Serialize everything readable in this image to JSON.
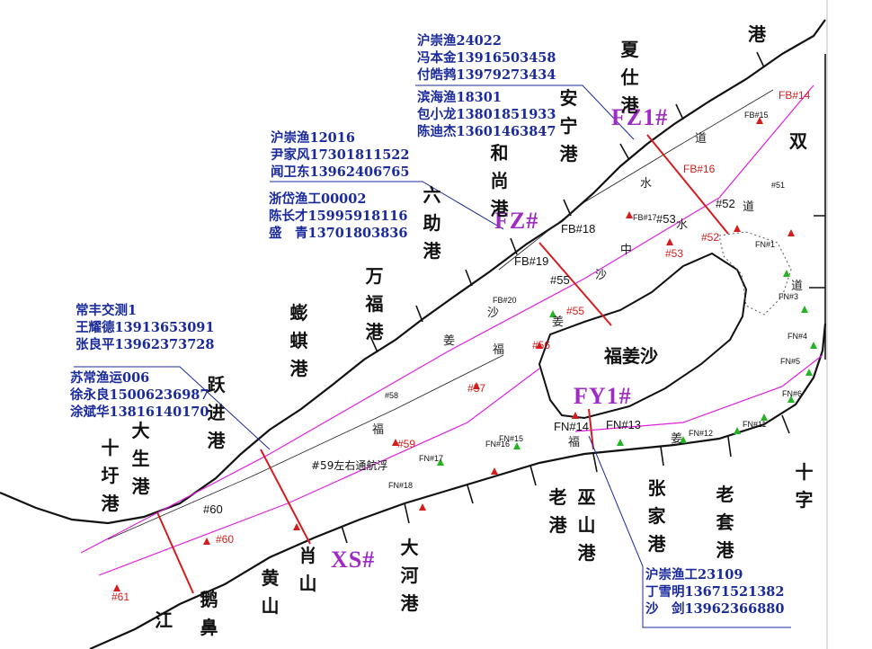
{
  "stations": {
    "fz1": "FZ1#",
    "fz": "FZ#",
    "fy1": "FY1#",
    "xs": "XS#"
  },
  "contacts": {
    "fz1": [
      "沪崇渔24022",
      "冯本金13916503458",
      "付皓鹁13979273434"
    ],
    "fz1b": [
      "滨海渔18301",
      "包小龙13801851933",
      "陈迪杰13601463847"
    ],
    "fz": [
      "沪崇渔12016",
      "尹家风17301811522",
      "闻卫东13962406765"
    ],
    "fzb": [
      "浙岱渔工00002",
      "陈长才15995918116",
      "盛　青13701803836"
    ],
    "xs": [
      "常丰交测1",
      "王耀德13913653091",
      "张良平13962373728"
    ],
    "xsb": [
      "苏常渔运006",
      "徐永良15006236987",
      "涂斌华13816140170"
    ],
    "fy1": [
      "沪崇渔工23109",
      "丁雪明13671521382",
      "沙　剑13962366880"
    ]
  },
  "places": {
    "gang_top": "港",
    "xiashi": "夏仕港",
    "anning": "安宁港",
    "heshang": "和尚港",
    "liuzhu": "六助港",
    "wanfu": "万福港",
    "pengqi": "蟛蜞港",
    "yuejin": "跃进港",
    "shiwei": "十圩港",
    "dasheng": "大生港",
    "shuang": "双",
    "fujiangsha": "福姜沙",
    "lao": "老港",
    "wushan": "巫山港",
    "zhangjia": "张家港",
    "laotao": "老套港",
    "shizi": "十字",
    "xiao": "肖山",
    "huangshan": "黄山",
    "dahe": "大河港",
    "ebi": "鹅鼻",
    "jiang": "江"
  },
  "buoys": {
    "fb14": "FB#14",
    "fb16": "FB#16",
    "fb18": "FB#18",
    "fb19": "FB#19",
    "b52": "#52",
    "b52r": "#52",
    "b53": "#53",
    "b53r": "#53",
    "b55": "#55",
    "b55r": "#55",
    "b56": "#56",
    "b57": "#57",
    "b58": "#58",
    "b59": "#59",
    "b60": "#60",
    "b60r": "#60",
    "b61": "#61",
    "fn14": "FN#14",
    "fn13": "FN#13",
    "fn12": "FN#12",
    "fn11": "FN#11",
    "fn15": "FN#15",
    "fn16": "FN#16",
    "fn17": "FN#17",
    "fn18": "FN#18",
    "b51": "#51",
    "fb15": "FB#15",
    "fb17": "FB#17",
    "fb20": "FB#20",
    "fn1": "FN#1",
    "fn3": "FN#3",
    "fn4": "FN#4",
    "fn5": "FN#5",
    "fn6": "FN#6"
  },
  "channel": {
    "dao1": "道",
    "dao2": "道",
    "dao3": "道",
    "shui1": "水",
    "shui2": "水",
    "zhong": "中",
    "sha1": "沙",
    "sha2": "沙",
    "jiang1": "姜",
    "jiang2": "姜",
    "jiang3": "姜",
    "fu1": "福",
    "fu2": "福",
    "fu3": "福"
  },
  "notes": {
    "nav": "#59左右通航浮"
  },
  "colors": {
    "contact_text": "#1a2a9c",
    "station_text": "#a02bc4",
    "channel_line": "#e020e0",
    "section_line": "#d41c1c",
    "shore": "#111111",
    "buoy_red": "#d41c1c",
    "buoy_green": "#22b422"
  }
}
